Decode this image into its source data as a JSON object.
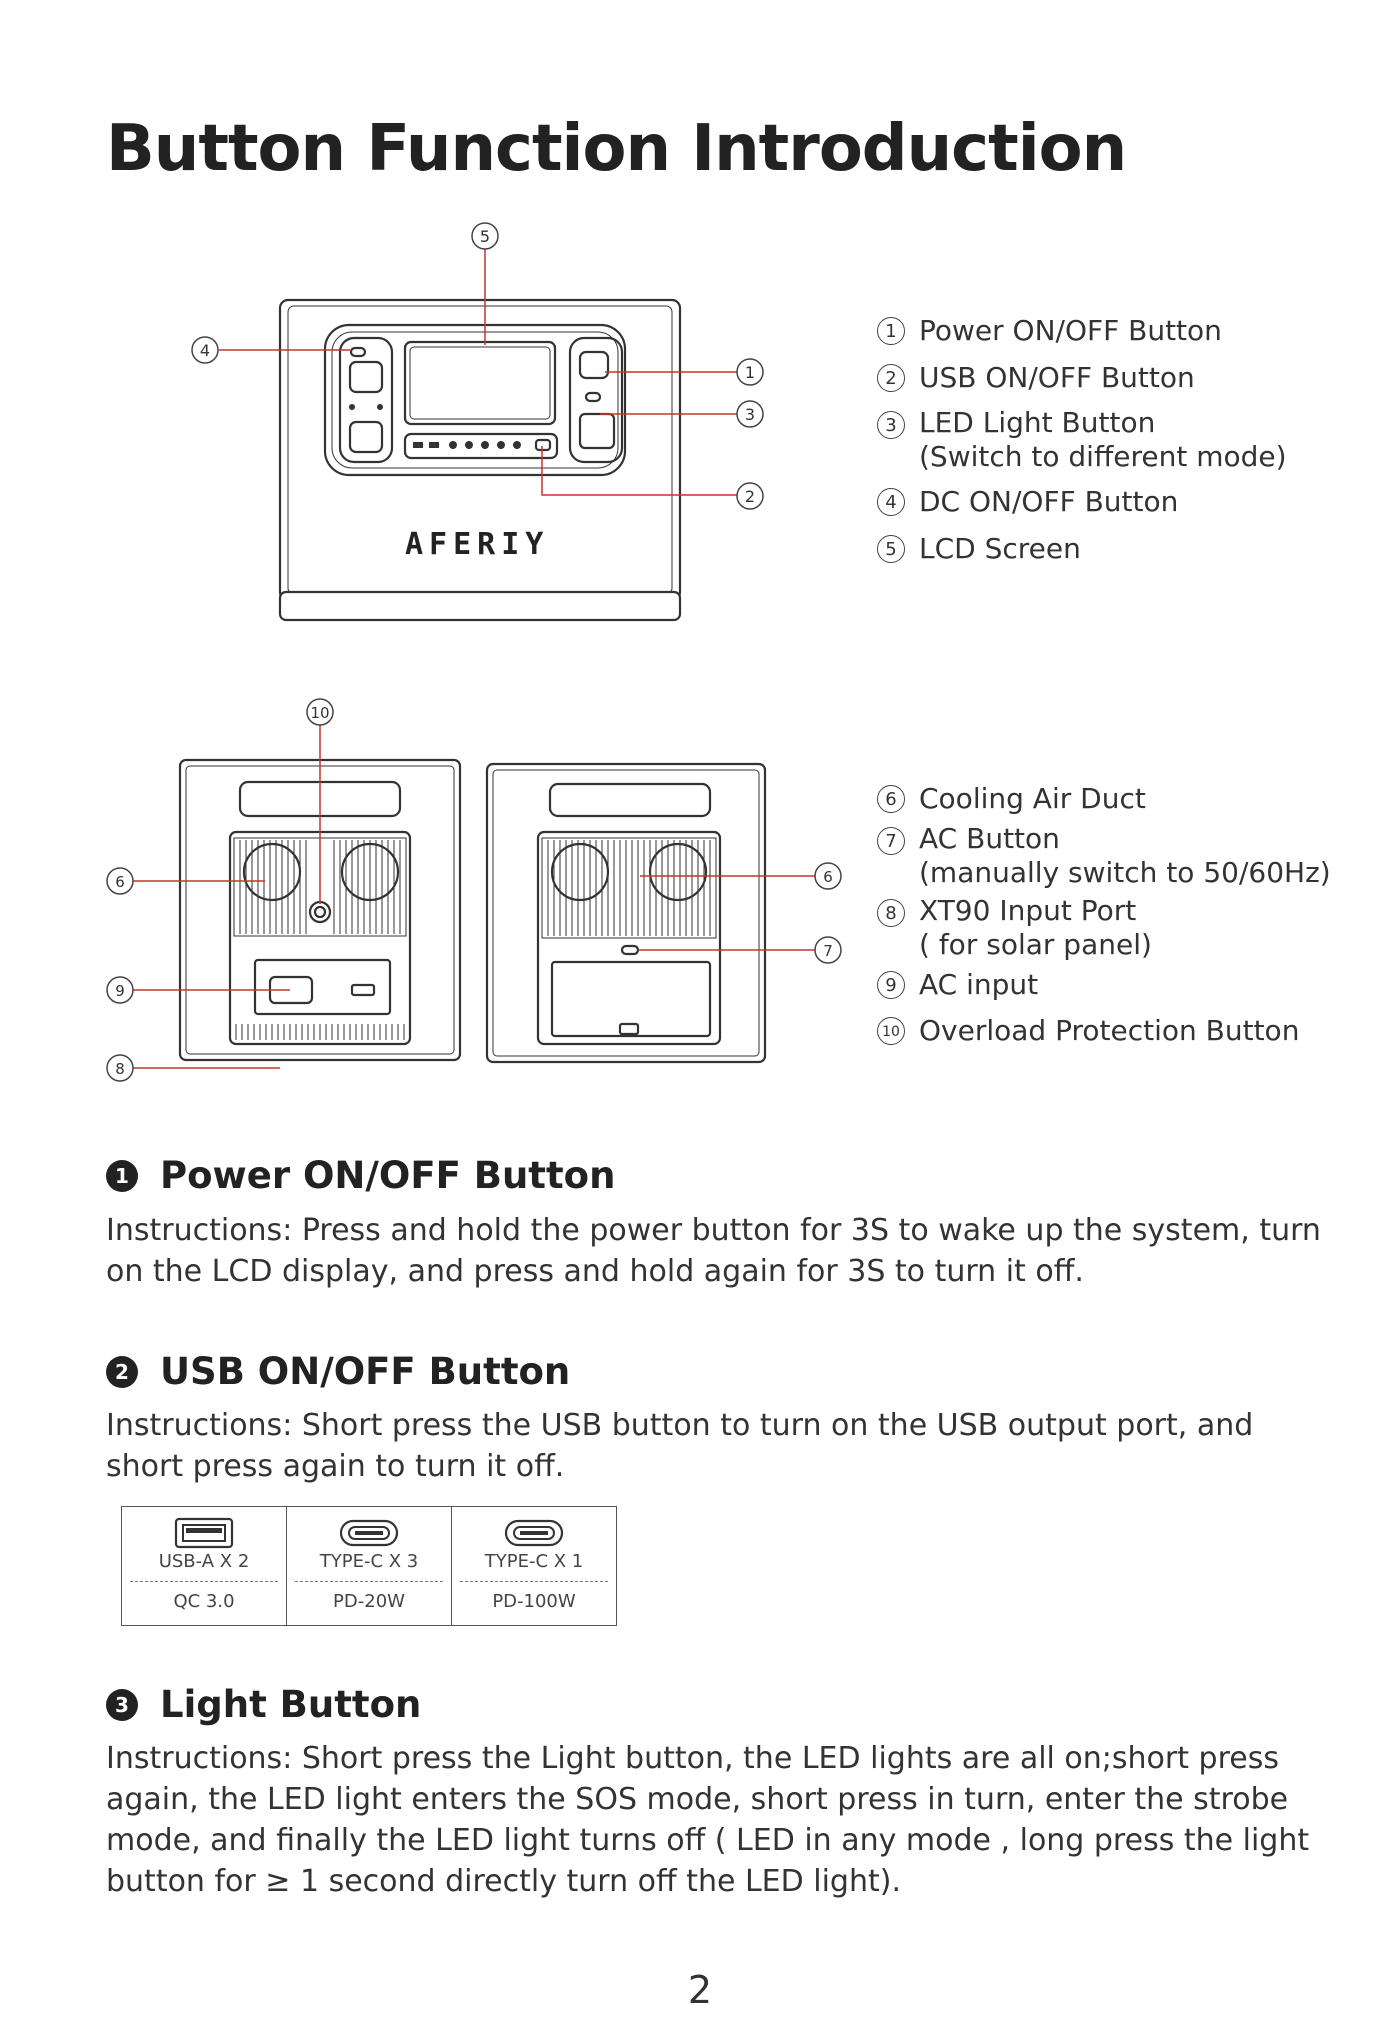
{
  "title": "Button Function Introduction",
  "brand_logo": "AFERIY",
  "callouts_front": [
    "1",
    "2",
    "3",
    "4",
    "5"
  ],
  "callouts_side": [
    "6",
    "7",
    "8",
    "9",
    "10"
  ],
  "legend_front": [
    {
      "num": "1",
      "label": "Power ON/OFF Button"
    },
    {
      "num": "2",
      "label": "USB ON/OFF Button"
    },
    {
      "num": "3",
      "label": "LED Light Button\n(Switch to different mode)"
    },
    {
      "num": "4",
      "label": "DC ON/OFF Button"
    },
    {
      "num": "5",
      "label": "LCD Screen"
    }
  ],
  "legend_side": [
    {
      "num": "6",
      "label": "Cooling Air Duct"
    },
    {
      "num": "7",
      "label": "AC Button\n(manually switch to 50/60Hz)"
    },
    {
      "num": "8",
      "label": "XT90 Input Port\n( for solar panel)"
    },
    {
      "num": "9",
      "label": "AC input"
    },
    {
      "num": "10",
      "label": "Overload Protection Button"
    }
  ],
  "sections": [
    {
      "bullet": "1",
      "heading": "Power ON/OFF Button",
      "text": "Instructions: Press and hold the power button for 3S to wake up the system, turn on the LCD display, and press and hold again for 3S to turn it off."
    },
    {
      "bullet": "2",
      "heading": "USB ON/OFF Button",
      "text": "Instructions: Short press the USB button to turn on the USB output port, and short press again to turn it off."
    },
    {
      "bullet": "3",
      "heading": "Light Button",
      "text": "Instructions: Short press the Light button, the LED lights are all on;short press again, the LED light enters the SOS mode, short press in turn, enter the strobe mode, and finally the LED light turns off ( LED in any mode , long press the light button for ≥ 1 second directly turn off the LED light)."
    }
  ],
  "usb_table": [
    {
      "icon": "usb-a-port-icon",
      "name": "USB-A X 2",
      "spec": "QC 3.0"
    },
    {
      "icon": "usb-c-port-icon",
      "name": "TYPE-C X 3",
      "spec": "PD-20W"
    },
    {
      "icon": "usb-c-port-icon",
      "name": "TYPE-C X 1",
      "spec": "PD-100W"
    }
  ],
  "page_number": "2",
  "colors": {
    "callout_line": "#c0392b",
    "text": "#2b2b2b",
    "outline": "#333333"
  }
}
